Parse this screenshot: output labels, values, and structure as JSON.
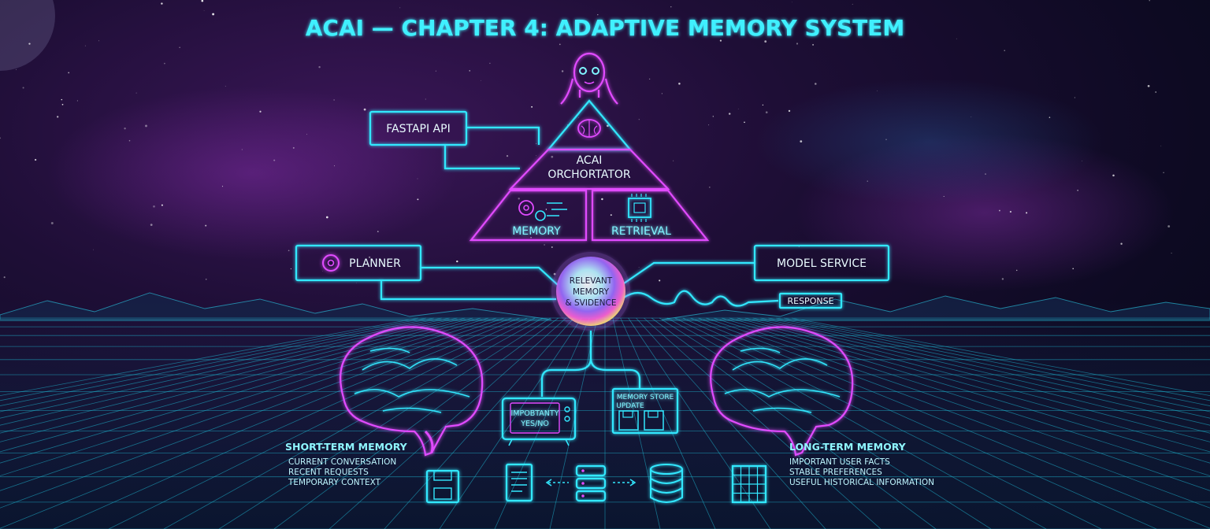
{
  "title": "ACAI — CHAPTER 4:  ADAPTIVE MEMORY SYSTEM",
  "nodes": {
    "fastapi": "FASTAPI API",
    "orchestrator_line1": "ACAI",
    "orchestrator_line2": "ORCHORTATOR",
    "memory": "MEMORY",
    "retrieval": "RETRIEVAL",
    "planner": "PLANNER",
    "model_service": "MODEL SERVICE",
    "response": "RESPONSE",
    "orb_line1": "RELEVANT",
    "orb_line2": "MEMORY",
    "orb_line3": "& SVIDENCE",
    "importance_line1": "IMPOBTANTY",
    "importance_line2": "YES/NO",
    "store_line1": "MEMORY STORE",
    "store_line2": "UPDATE"
  },
  "short_term": {
    "heading": "SHORT-TERM MEMORY",
    "items": [
      "CURRENT CONVERSATION",
      "RECENT REQUESTS",
      "TEMPORARY CONTEXT"
    ]
  },
  "long_term": {
    "heading": "LONG-TERM MEMORY",
    "items": [
      "IMPORTANT USER FACTS",
      "STABLE PREFERENCES",
      "USEFUL HISTORICAL INFORMATION"
    ]
  },
  "colors": {
    "cyan": "#33e8ff",
    "magenta": "#e14bff",
    "background": "#1e0e36"
  },
  "icons": [
    "avatar-icon",
    "brain-icon",
    "gears-icon",
    "chip-icon",
    "gear-icon",
    "tv-icon",
    "floppy-icon",
    "document-icon",
    "server-icon",
    "database-icon",
    "grid-icon"
  ]
}
